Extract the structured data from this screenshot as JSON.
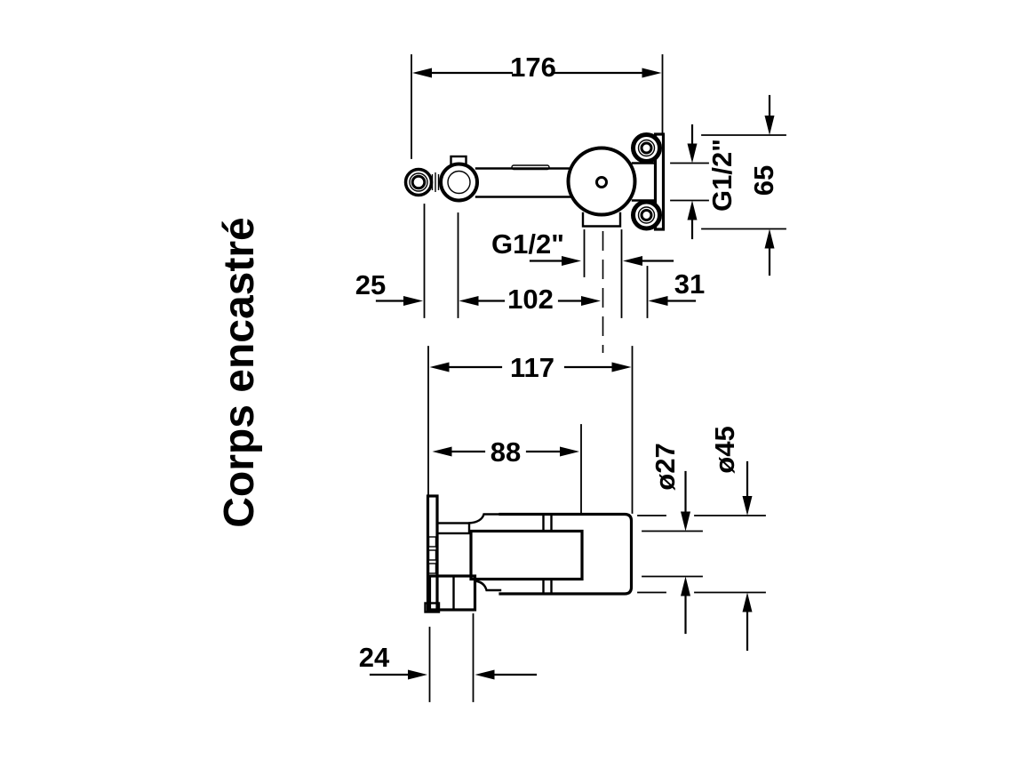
{
  "background": "#ffffff",
  "ink": "#000000",
  "title": {
    "text": "Corps encastré"
  },
  "top_view": {
    "dims": {
      "overall_length": "176",
      "inlet_thread": "G1/2\"",
      "bracket_height": "65",
      "outlet_thread": "G1/2\"",
      "spout_center_offset": "25",
      "spout_to_body_center": "102",
      "body_center_to_wall": "31"
    }
  },
  "side_view": {
    "dims": {
      "overall_depth": "117",
      "tube_depth": "88",
      "tube_diameter": "ø27",
      "sleeve_diameter": "ø45",
      "outlet_offset": "24"
    }
  }
}
